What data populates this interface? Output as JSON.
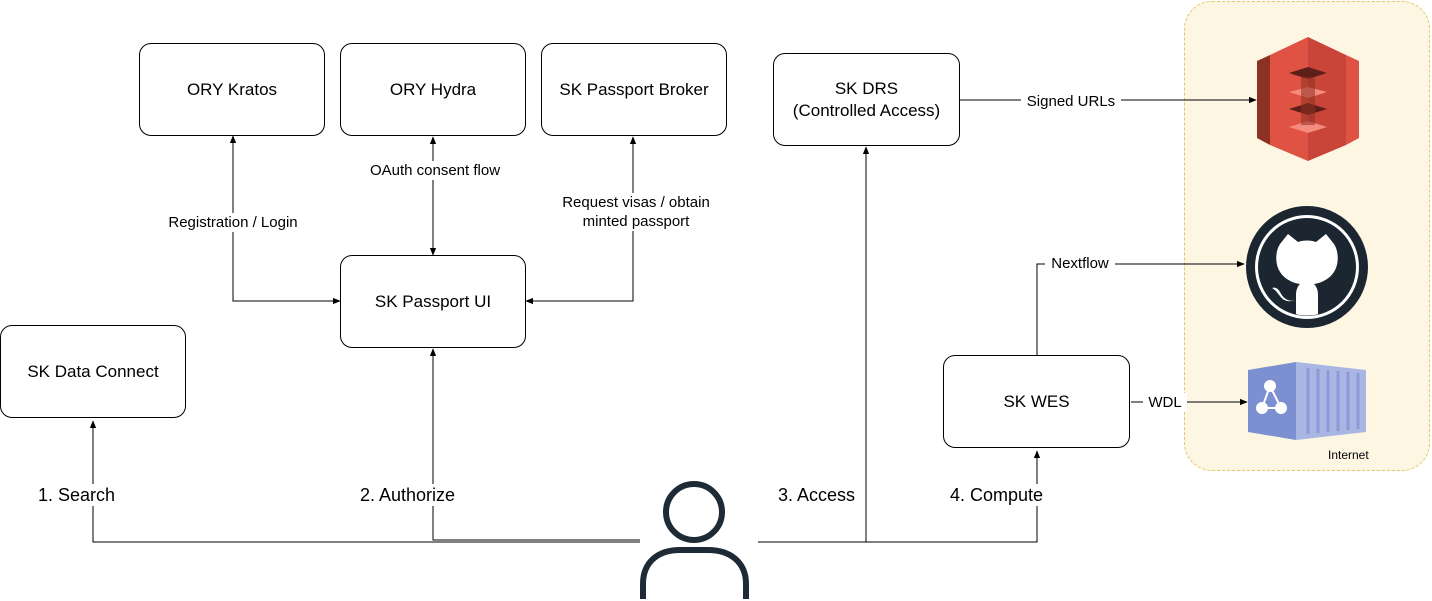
{
  "boxes": {
    "kratos": "ORY Kratos",
    "hydra": "ORY Hydra",
    "broker": "SK Passport Broker",
    "drs": "SK DRS (Controlled Access)",
    "passport_ui": "SK Passport UI",
    "data_connect": "SK Data Connect",
    "wes": "SK WES"
  },
  "edge_labels": {
    "registration": "Registration / Login",
    "oauth": "OAuth consent flow",
    "visas": "Request visas / obtain minted passport",
    "signed_urls": "Signed URLs",
    "nextflow": "Nextflow",
    "wdl": "WDL"
  },
  "steps": {
    "search": "1. Search",
    "authorize": "2. Authorize",
    "access": "3. Access",
    "compute": "4. Compute"
  },
  "zone": {
    "label": "Internet",
    "fill_color": "#fdf6e3",
    "border_color": "#e7c36a"
  },
  "icons": {
    "storage": "amazon-s3-icon",
    "code_host": "github-icon",
    "container": "container-registry-icon",
    "user": "user-icon"
  },
  "colors": {
    "s3_red": "#e05243",
    "s3_dark": "#8c3123",
    "github_dark": "#1b2630",
    "container_blue": "#7b8fd1"
  }
}
